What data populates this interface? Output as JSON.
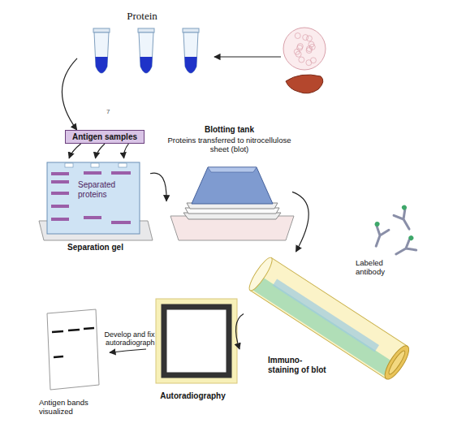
{
  "diagram": {
    "nodes": [
      {
        "text": [
          "Protein"
        ]
      },
      {
        "text": [
          "Antigen samples"
        ]
      },
      {
        "text": [
          "Separated proteins",
          "Separation gel"
        ]
      },
      {
        "text": [
          "Blotting tank",
          "Proteins transferred to nitrocellulose sheet (blot)"
        ]
      },
      {
        "text": [
          "Immuno-staining of blot"
        ]
      },
      {
        "text": [
          "Autoradiography"
        ]
      },
      {
        "text": [
          "Antigen bands visualized"
        ]
      }
    ],
    "edges": [
      {
        "from": 0,
        "to": 1,
        "arrow": "to"
      },
      {
        "from": 1,
        "to": 2,
        "arrow": "to"
      },
      {
        "from": 2,
        "to": 3,
        "arrow": "to"
      },
      {
        "from": 3,
        "to": 4,
        "arrow": "to"
      },
      {
        "from": 4,
        "to": 5,
        "arrow": "to"
      },
      {
        "from": 5,
        "to": 6,
        "arrow": "to",
        "label": "Develop and fix autoradiograph"
      }
    ],
    "labels": [
      "7",
      "Labeled antibody"
    ]
  }
}
